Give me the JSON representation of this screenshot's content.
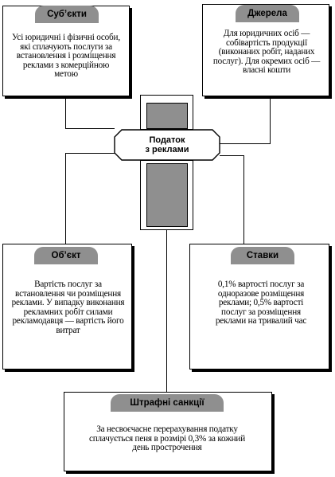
{
  "center": {
    "line1": "Податок",
    "line2": "з реклами"
  },
  "subjects": {
    "title": "Суб’єкти",
    "text": "Усі юридичні і фізичні особи, які сплачують послуги за встановлення і розміщення реклами з комерційною метою"
  },
  "sources": {
    "title": "Джерела",
    "text": "Для юридичних осіб — собівартість продукції (виконаних робіт, наданих послуг). Для окремих осіб — власні кошти"
  },
  "object": {
    "title": "Об’єкт",
    "text": "Вартість послуг за встановлення чи розміщення реклами. У випадку виконання рекламних робіт силами рекламодавця — вартість його витрат"
  },
  "rates": {
    "title": "Ставки",
    "text": "0,1% вартості послуг за одноразове розміщення реклами; 0,5% вартості послуг за розміщення реклами на тривалий час"
  },
  "penalties": {
    "title": "Штрафні санкції",
    "text": "За несвоєчасне перерахування податку сплачується пеня в розмірі 0,3% за кожний день прострочення"
  }
}
